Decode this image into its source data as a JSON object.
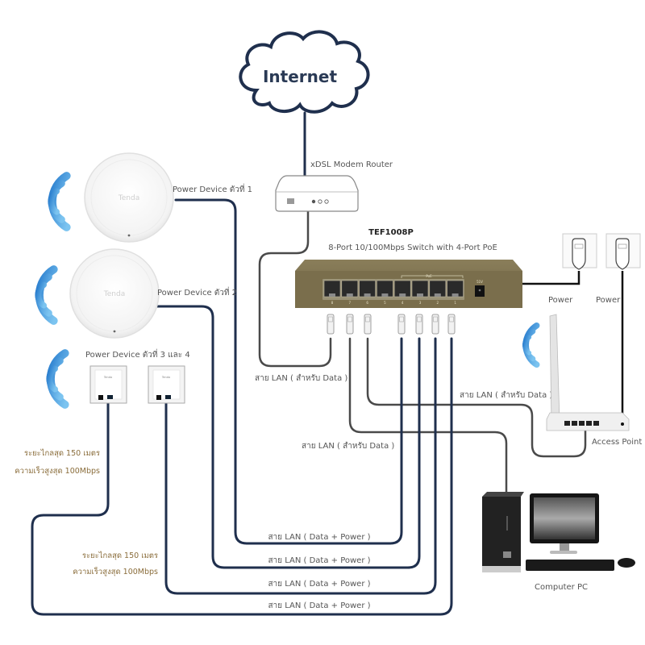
{
  "title": "TEF1008P PoE network topology",
  "colors": {
    "cable_poe": "#1f2f4d",
    "cable_data": "#4a4a4a",
    "switch_body": "#7a6e4c",
    "wifi_blue": "#3a8fd6",
    "label_gold": "#8a6d3b"
  },
  "internet": {
    "label": "Internet"
  },
  "modem": {
    "label": "xDSL Modem Router"
  },
  "switch": {
    "model": "TEF1008P",
    "description": "8-Port 10/100Mbps Switch with 4-Port PoE",
    "poe_label": "PoE",
    "power_label": "51V",
    "port_numbers": [
      "8",
      "7",
      "6",
      "5",
      "4",
      "3",
      "2",
      "1"
    ]
  },
  "power_devices": {
    "device1": "Power Device ตัวที่ 1",
    "device2": "Power Device ตัวที่ 2",
    "device34": "Power Device ตัวที่ 3 และ 4"
  },
  "spec_labels": {
    "upper": {
      "distance": "ระยะไกลสุด 150 เมตร",
      "speed": "ความเร็วสูงสุด 100Mbps"
    },
    "lower": {
      "distance": "ระยะไกลสุด 150 เมตร",
      "speed": "ความเร็วสูงสุด 100Mbps"
    }
  },
  "cable_labels": {
    "data_modem": "สาย LAN ( สำหรับ Data )",
    "data_pc": "สาย LAN ( สำหรับ Data )",
    "data_ap": "สาย LAN ( สำหรับ Data )",
    "poe": [
      "สาย LAN ( Data + Power )",
      "สาย LAN ( Data + Power )",
      "สาย LAN ( Data + Power )",
      "สาย LAN ( Data + Power )"
    ]
  },
  "power": {
    "left": "Power",
    "right": "Power"
  },
  "access_point": {
    "label": "Access Point"
  },
  "computer": {
    "label": "Computer PC"
  },
  "brand": "Tenda"
}
